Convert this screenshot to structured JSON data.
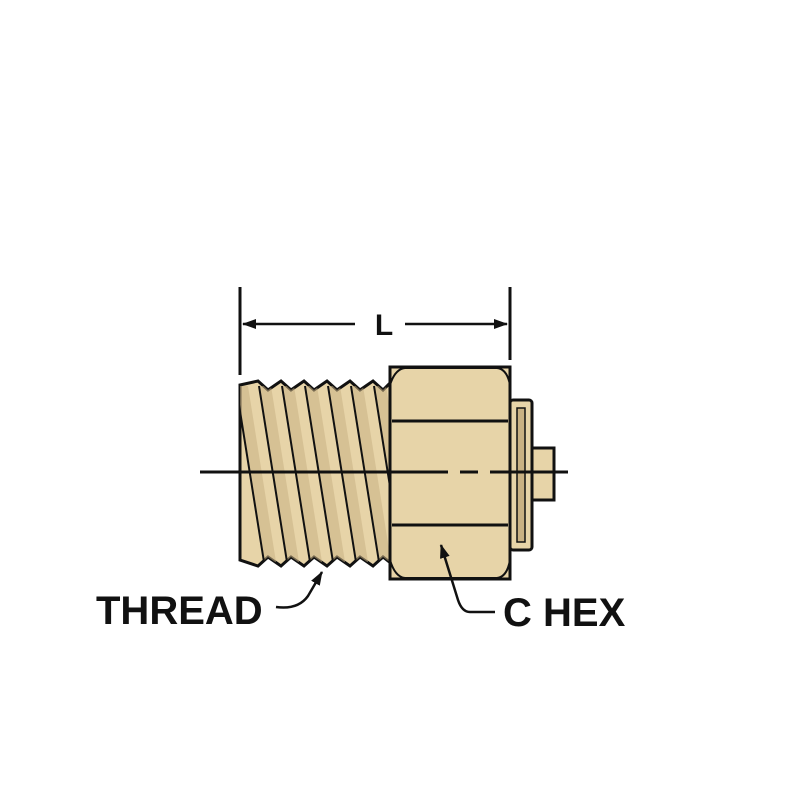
{
  "labels": {
    "length": "L",
    "thread": "THREAD",
    "hex": "C HEX"
  },
  "colors": {
    "brass": "#e7d4a8",
    "brass_dark": "#c9b183",
    "outline": "#111111",
    "background": "#ffffff"
  }
}
